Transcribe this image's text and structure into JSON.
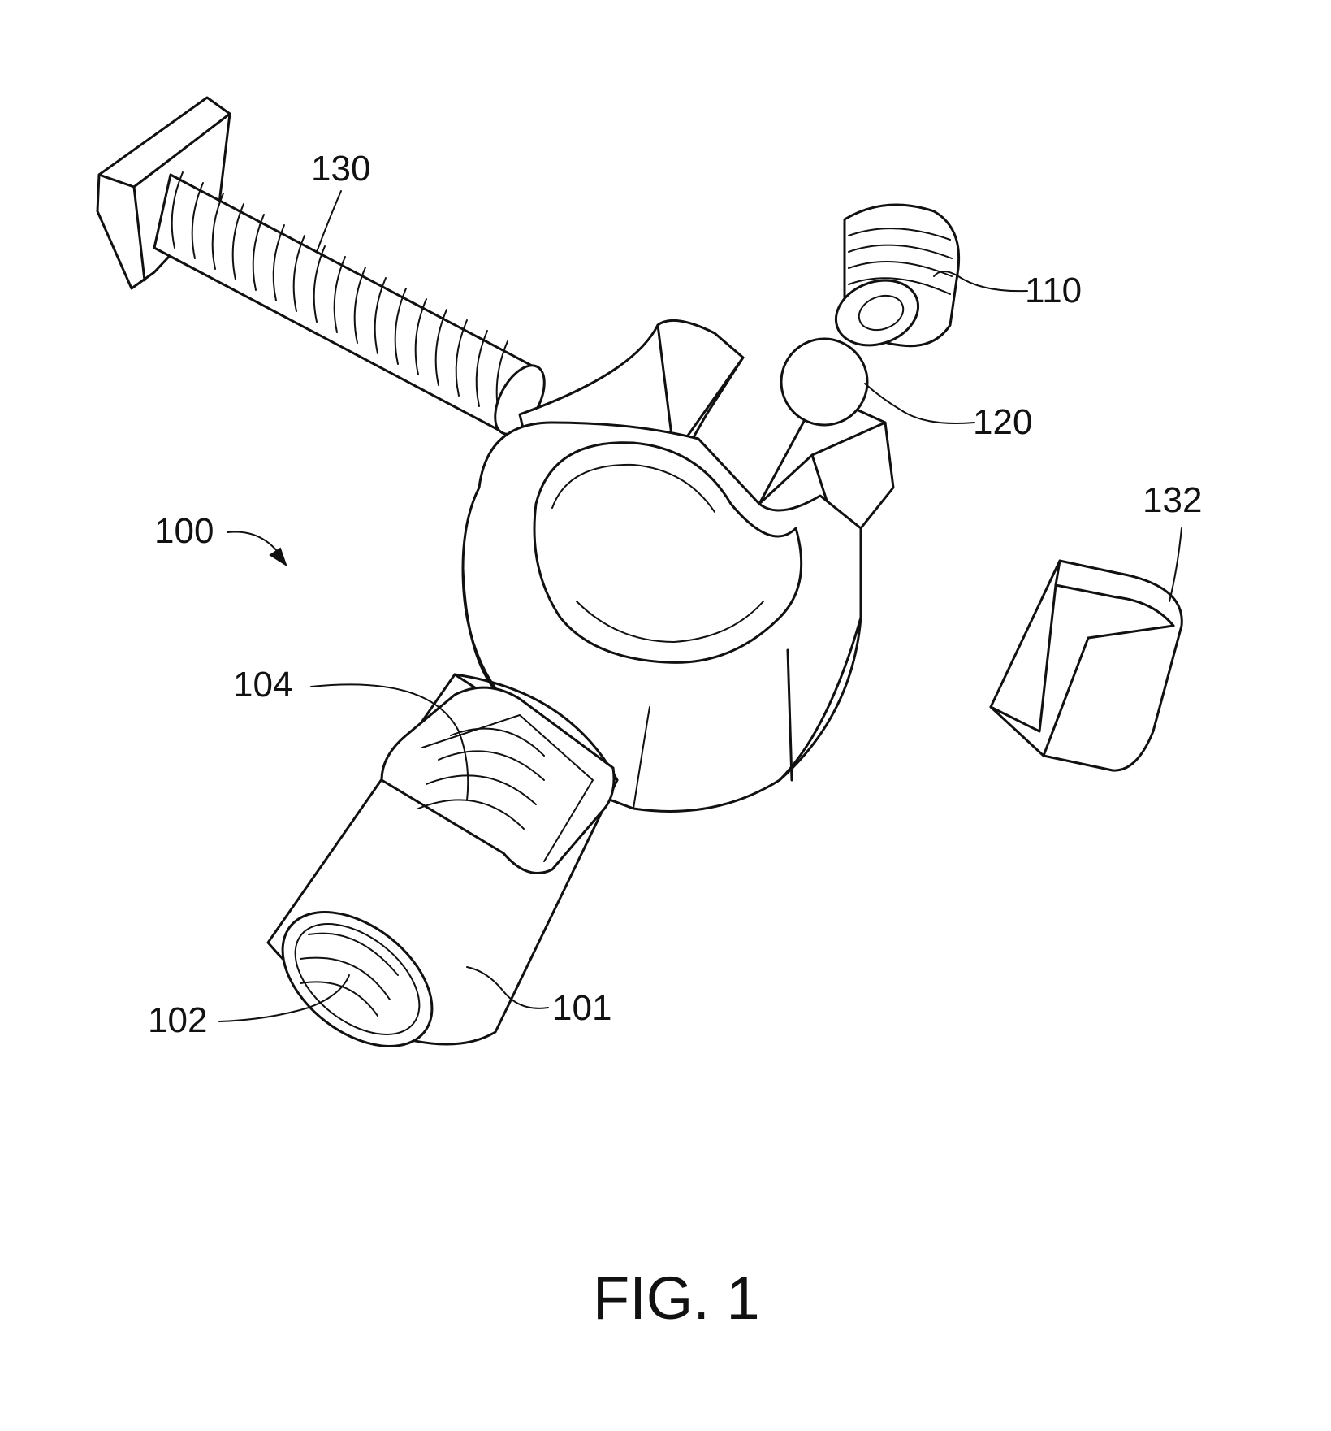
{
  "figure": {
    "caption": "FIG. 1",
    "labels": {
      "assembly": "100",
      "body": "101",
      "bore": "102",
      "slot": "104",
      "set_screw": "110",
      "ball": "120",
      "bolt": "130",
      "nut": "132"
    }
  },
  "colors": {
    "ink": "#111111",
    "paper": "#ffffff"
  }
}
